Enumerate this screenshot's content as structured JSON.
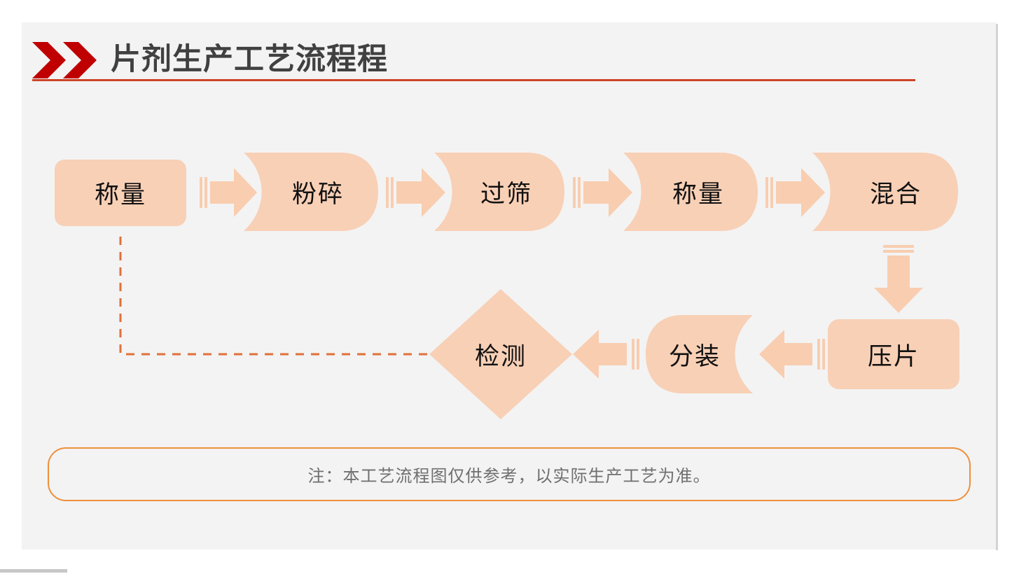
{
  "page": {
    "background": "#ffffff",
    "panel_bg": "#f3f3f3"
  },
  "header": {
    "chevron_icon": "double-chevron-right-icon",
    "chevron_color": "#c00000",
    "title": "片剂生产工艺流程程",
    "title_color": "#404040",
    "rule_color": "#ce4427"
  },
  "theme": {
    "node_fill": "#f8d0b6",
    "arrow_fill": "#f9cdb0",
    "dashed_line_color": "#e0703a",
    "note_border": "#ee8f3a",
    "note_text_color": "#6f6f6f"
  },
  "flow": {
    "top_row": [
      {
        "id": "weigh-1",
        "label": "称量",
        "shape": "rounded-rect"
      },
      {
        "id": "crush",
        "label": "粉碎",
        "shape": "flag-right"
      },
      {
        "id": "sieve",
        "label": "过筛",
        "shape": "flag-right"
      },
      {
        "id": "weigh-2",
        "label": "称量",
        "shape": "flag-right"
      },
      {
        "id": "mix",
        "label": "混合",
        "shape": "flag-right"
      }
    ],
    "bottom_row": [
      {
        "id": "inspect",
        "label": "检测",
        "shape": "diamond"
      },
      {
        "id": "package",
        "label": "分装",
        "shape": "flag-left"
      },
      {
        "id": "press",
        "label": "压片",
        "shape": "rounded-rect"
      }
    ],
    "connectors": [
      {
        "id": "arrow-weigh1-crush",
        "direction": "right"
      },
      {
        "id": "arrow-crush-sieve",
        "direction": "right"
      },
      {
        "id": "arrow-sieve-weigh2",
        "direction": "right"
      },
      {
        "id": "arrow-weigh2-mix",
        "direction": "right"
      },
      {
        "id": "arrow-mix-press",
        "direction": "down"
      },
      {
        "id": "arrow-press-package",
        "direction": "left"
      },
      {
        "id": "arrow-package-inspect",
        "direction": "left"
      },
      {
        "id": "feedback-inspect-weigh1",
        "direction": "dashed-loop"
      }
    ]
  },
  "note": {
    "text": "注：本工艺流程图仅供参考，以实际生产工艺为准。"
  }
}
